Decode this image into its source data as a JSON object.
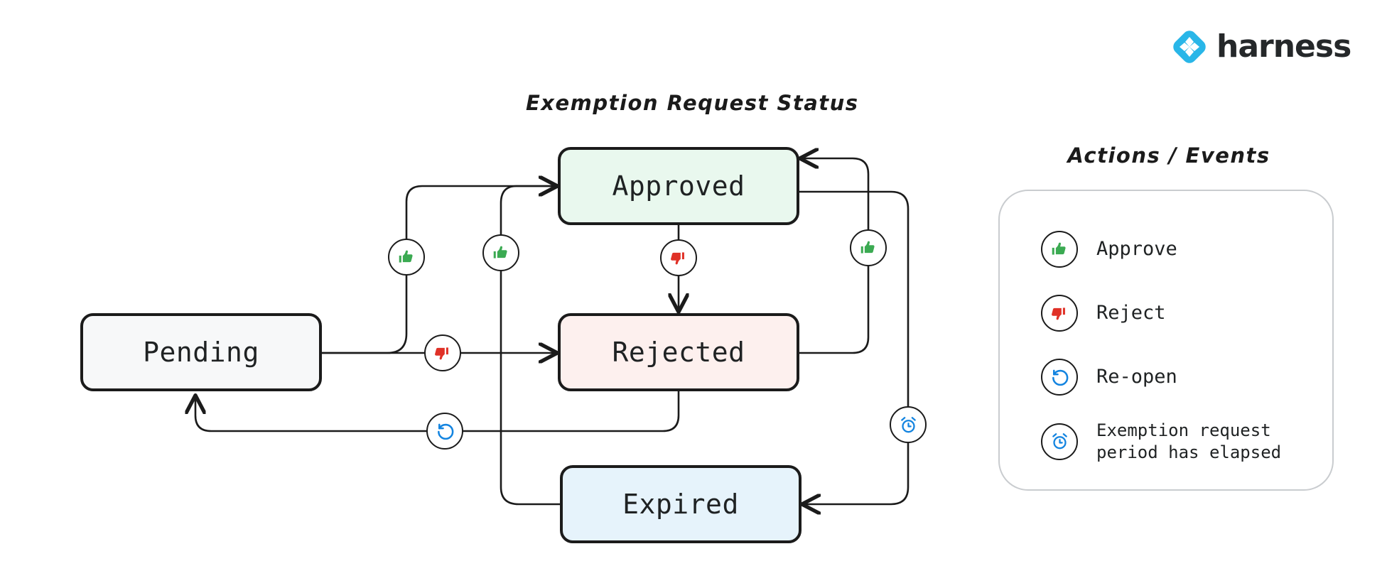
{
  "brand": {
    "name": "harness",
    "logo_icon": "harness-diamond-logo",
    "logo_color": "#29B6E8",
    "text_color": "#25282A"
  },
  "diagram": {
    "title": "Exemption Request Status",
    "type": "state-machine",
    "states": [
      {
        "id": "pending",
        "label": "Pending",
        "fill": "#f7f8f9",
        "border": "#1b1b1b"
      },
      {
        "id": "approved",
        "label": "Approved",
        "fill": "#e9f8ee",
        "border": "#1b1b1b"
      },
      {
        "id": "rejected",
        "label": "Rejected",
        "fill": "#fdf0ee",
        "border": "#1b1b1b"
      },
      {
        "id": "expired",
        "label": "Expired",
        "fill": "#e6f3fb",
        "border": "#1b1b1b"
      }
    ],
    "transitions": [
      {
        "from": "pending",
        "to": "approved",
        "action": "approve",
        "icon": "thumbs-up-icon"
      },
      {
        "from": "pending",
        "to": "rejected",
        "action": "reject",
        "icon": "thumbs-down-icon"
      },
      {
        "from": "approved",
        "to": "rejected",
        "action": "reject",
        "icon": "thumbs-down-icon"
      },
      {
        "from": "rejected",
        "to": "approved",
        "action": "approve",
        "icon": "thumbs-up-icon"
      },
      {
        "from": "rejected",
        "to": "pending",
        "action": "re-open",
        "icon": "reopen-icon"
      },
      {
        "from": "expired",
        "to": "approved",
        "action": "approve",
        "icon": "thumbs-up-icon"
      },
      {
        "from": "approved",
        "to": "expired",
        "action": "elapsed",
        "icon": "alarm-clock-icon"
      }
    ]
  },
  "legend": {
    "title": "Actions / Events",
    "items": [
      {
        "icon": "thumbs-up-icon",
        "label": "Approve",
        "color": "#3BAA52"
      },
      {
        "icon": "thumbs-down-icon",
        "label": "Reject",
        "color": "#E03127"
      },
      {
        "icon": "reopen-icon",
        "label": "Re-open",
        "color": "#1384E0"
      },
      {
        "icon": "alarm-clock-icon",
        "label": "Exemption request\nperiod has elapsed",
        "color": "#1384E0"
      }
    ]
  }
}
